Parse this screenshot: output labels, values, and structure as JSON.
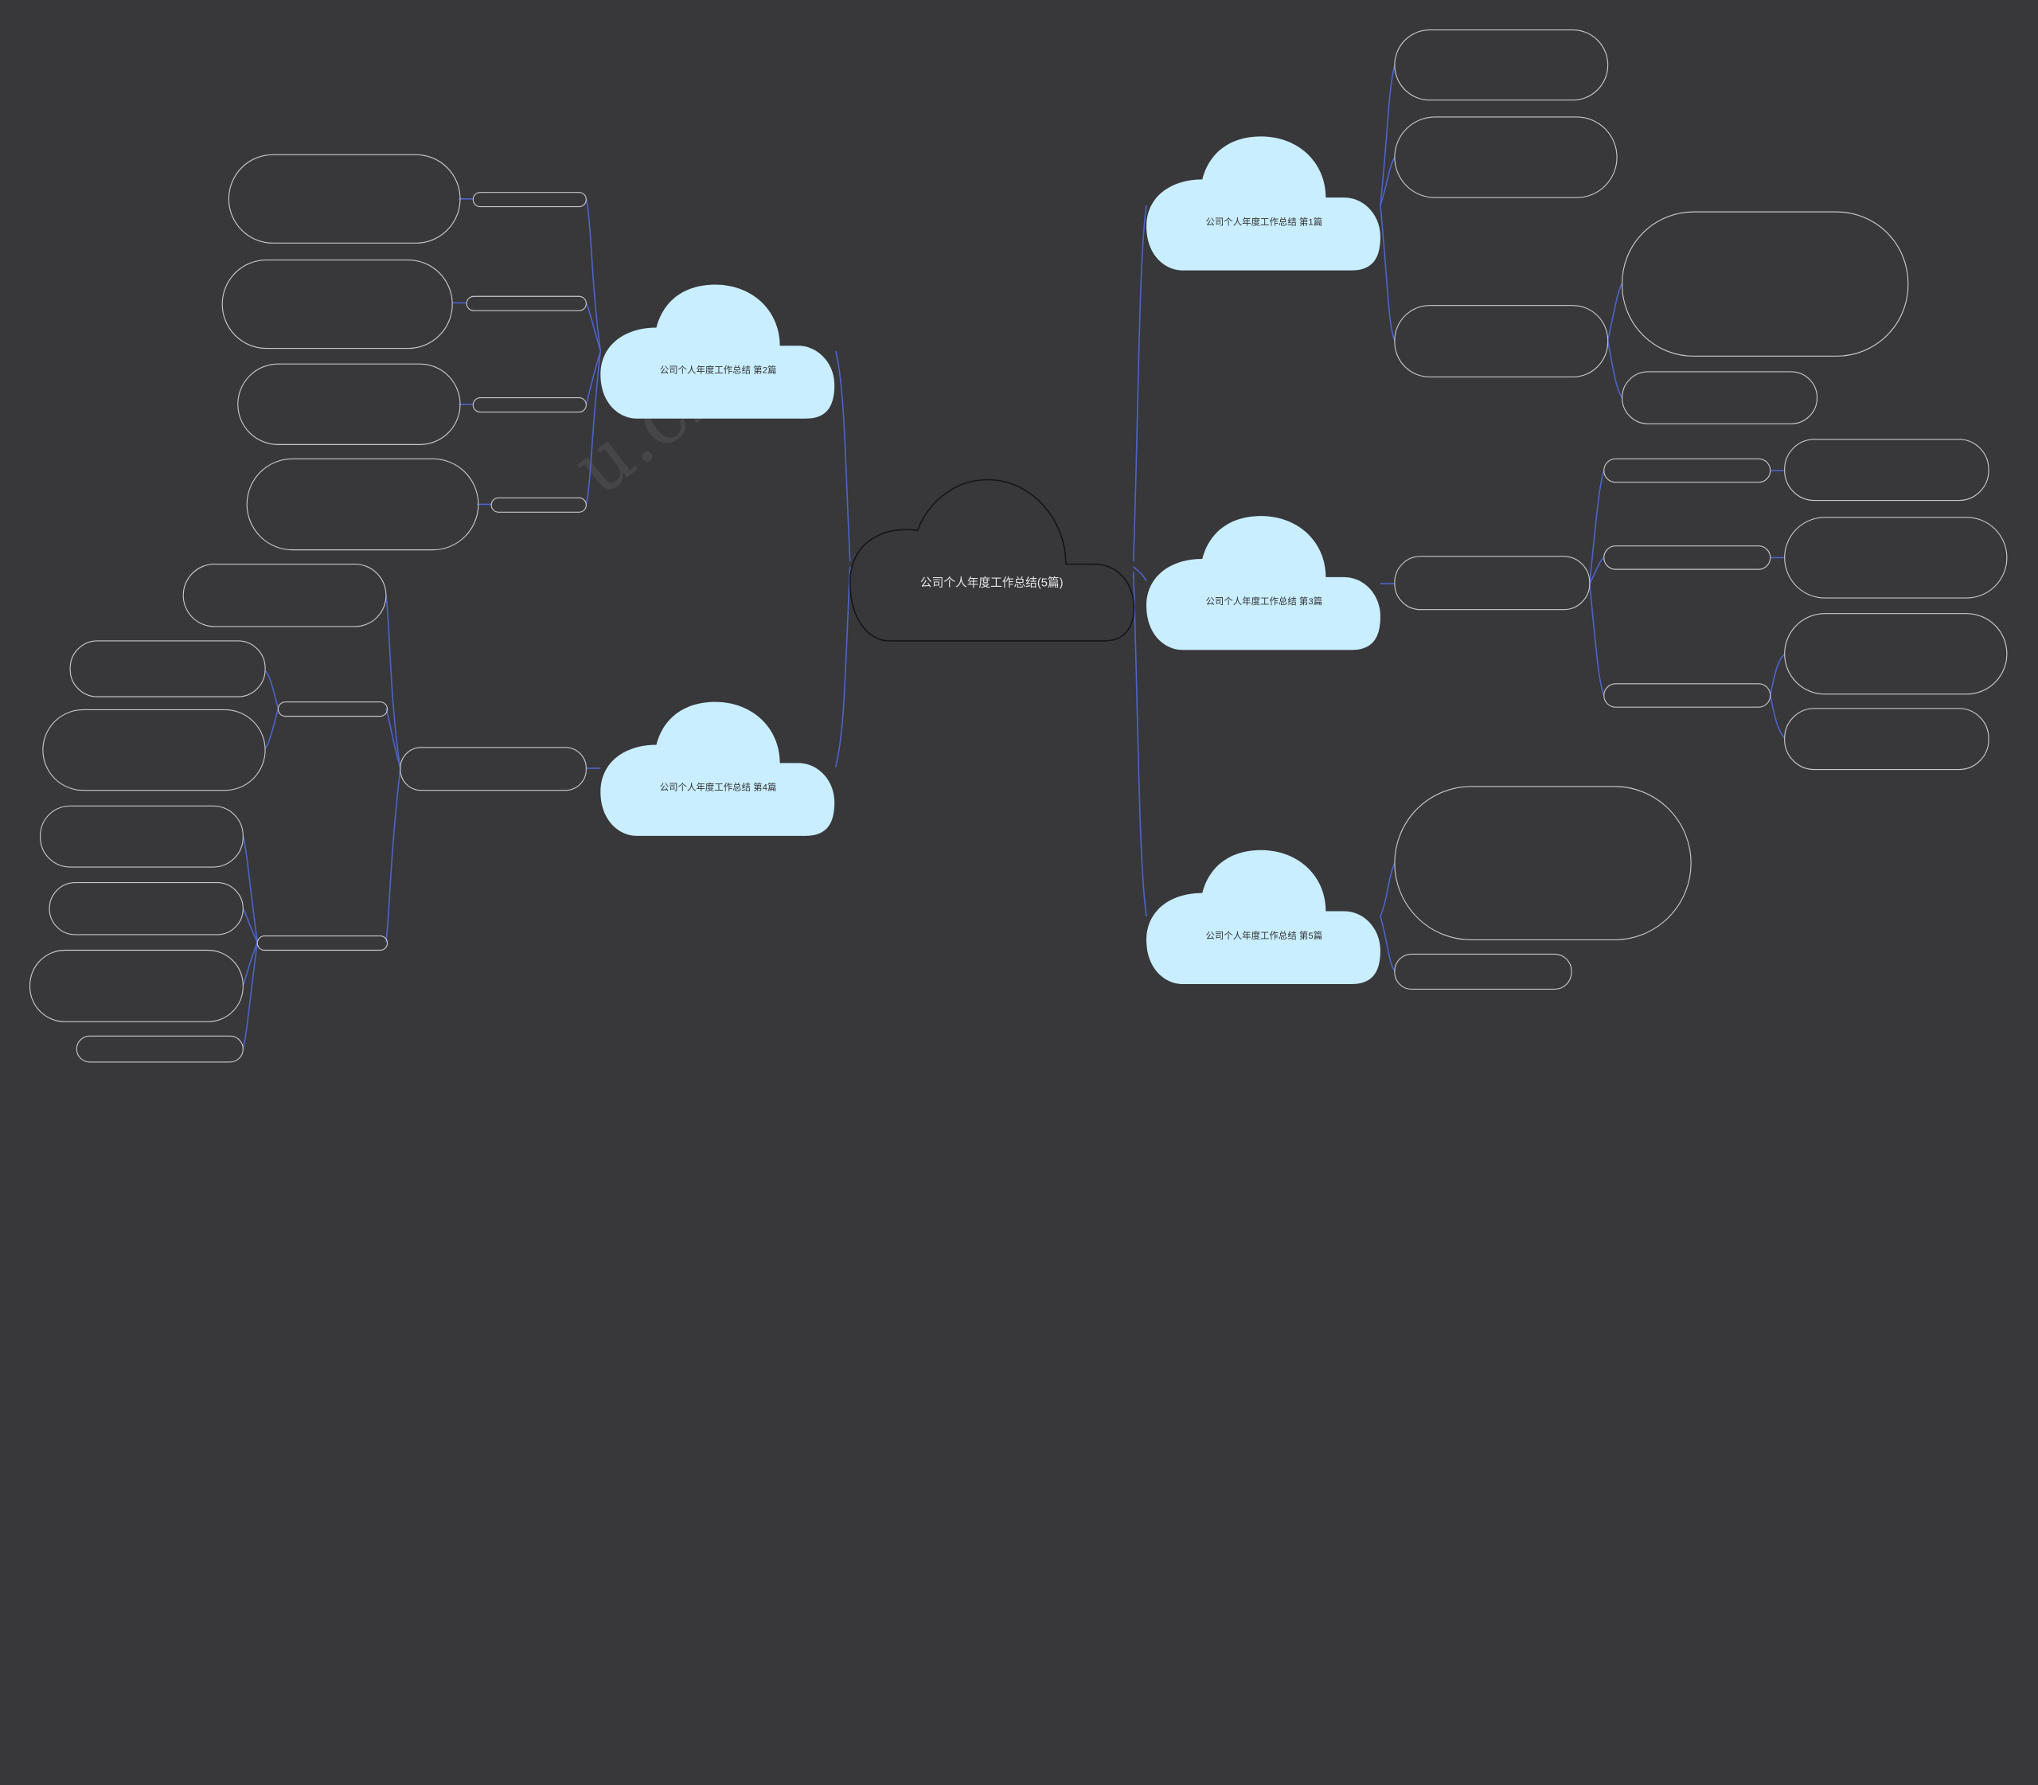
{
  "mindmap": {
    "root": {
      "label": "公司个人年度工作总结(5篇)"
    },
    "branches": [
      {
        "label": "公司个人年度工作总结 第1篇"
      },
      {
        "label": "公司个人年度工作总结 第2篇"
      },
      {
        "label": "公司个人年度工作总结 第3篇"
      },
      {
        "label": "公司个人年度工作总结 第4篇"
      },
      {
        "label": "公司个人年度工作总结 第5篇"
      }
    ],
    "watermark": "u.cn"
  },
  "colors": {
    "background": "#38373a",
    "cloud_fill": "#c9eeff",
    "connector": "#4d63c9",
    "node_outline": "#c8c8c8"
  }
}
